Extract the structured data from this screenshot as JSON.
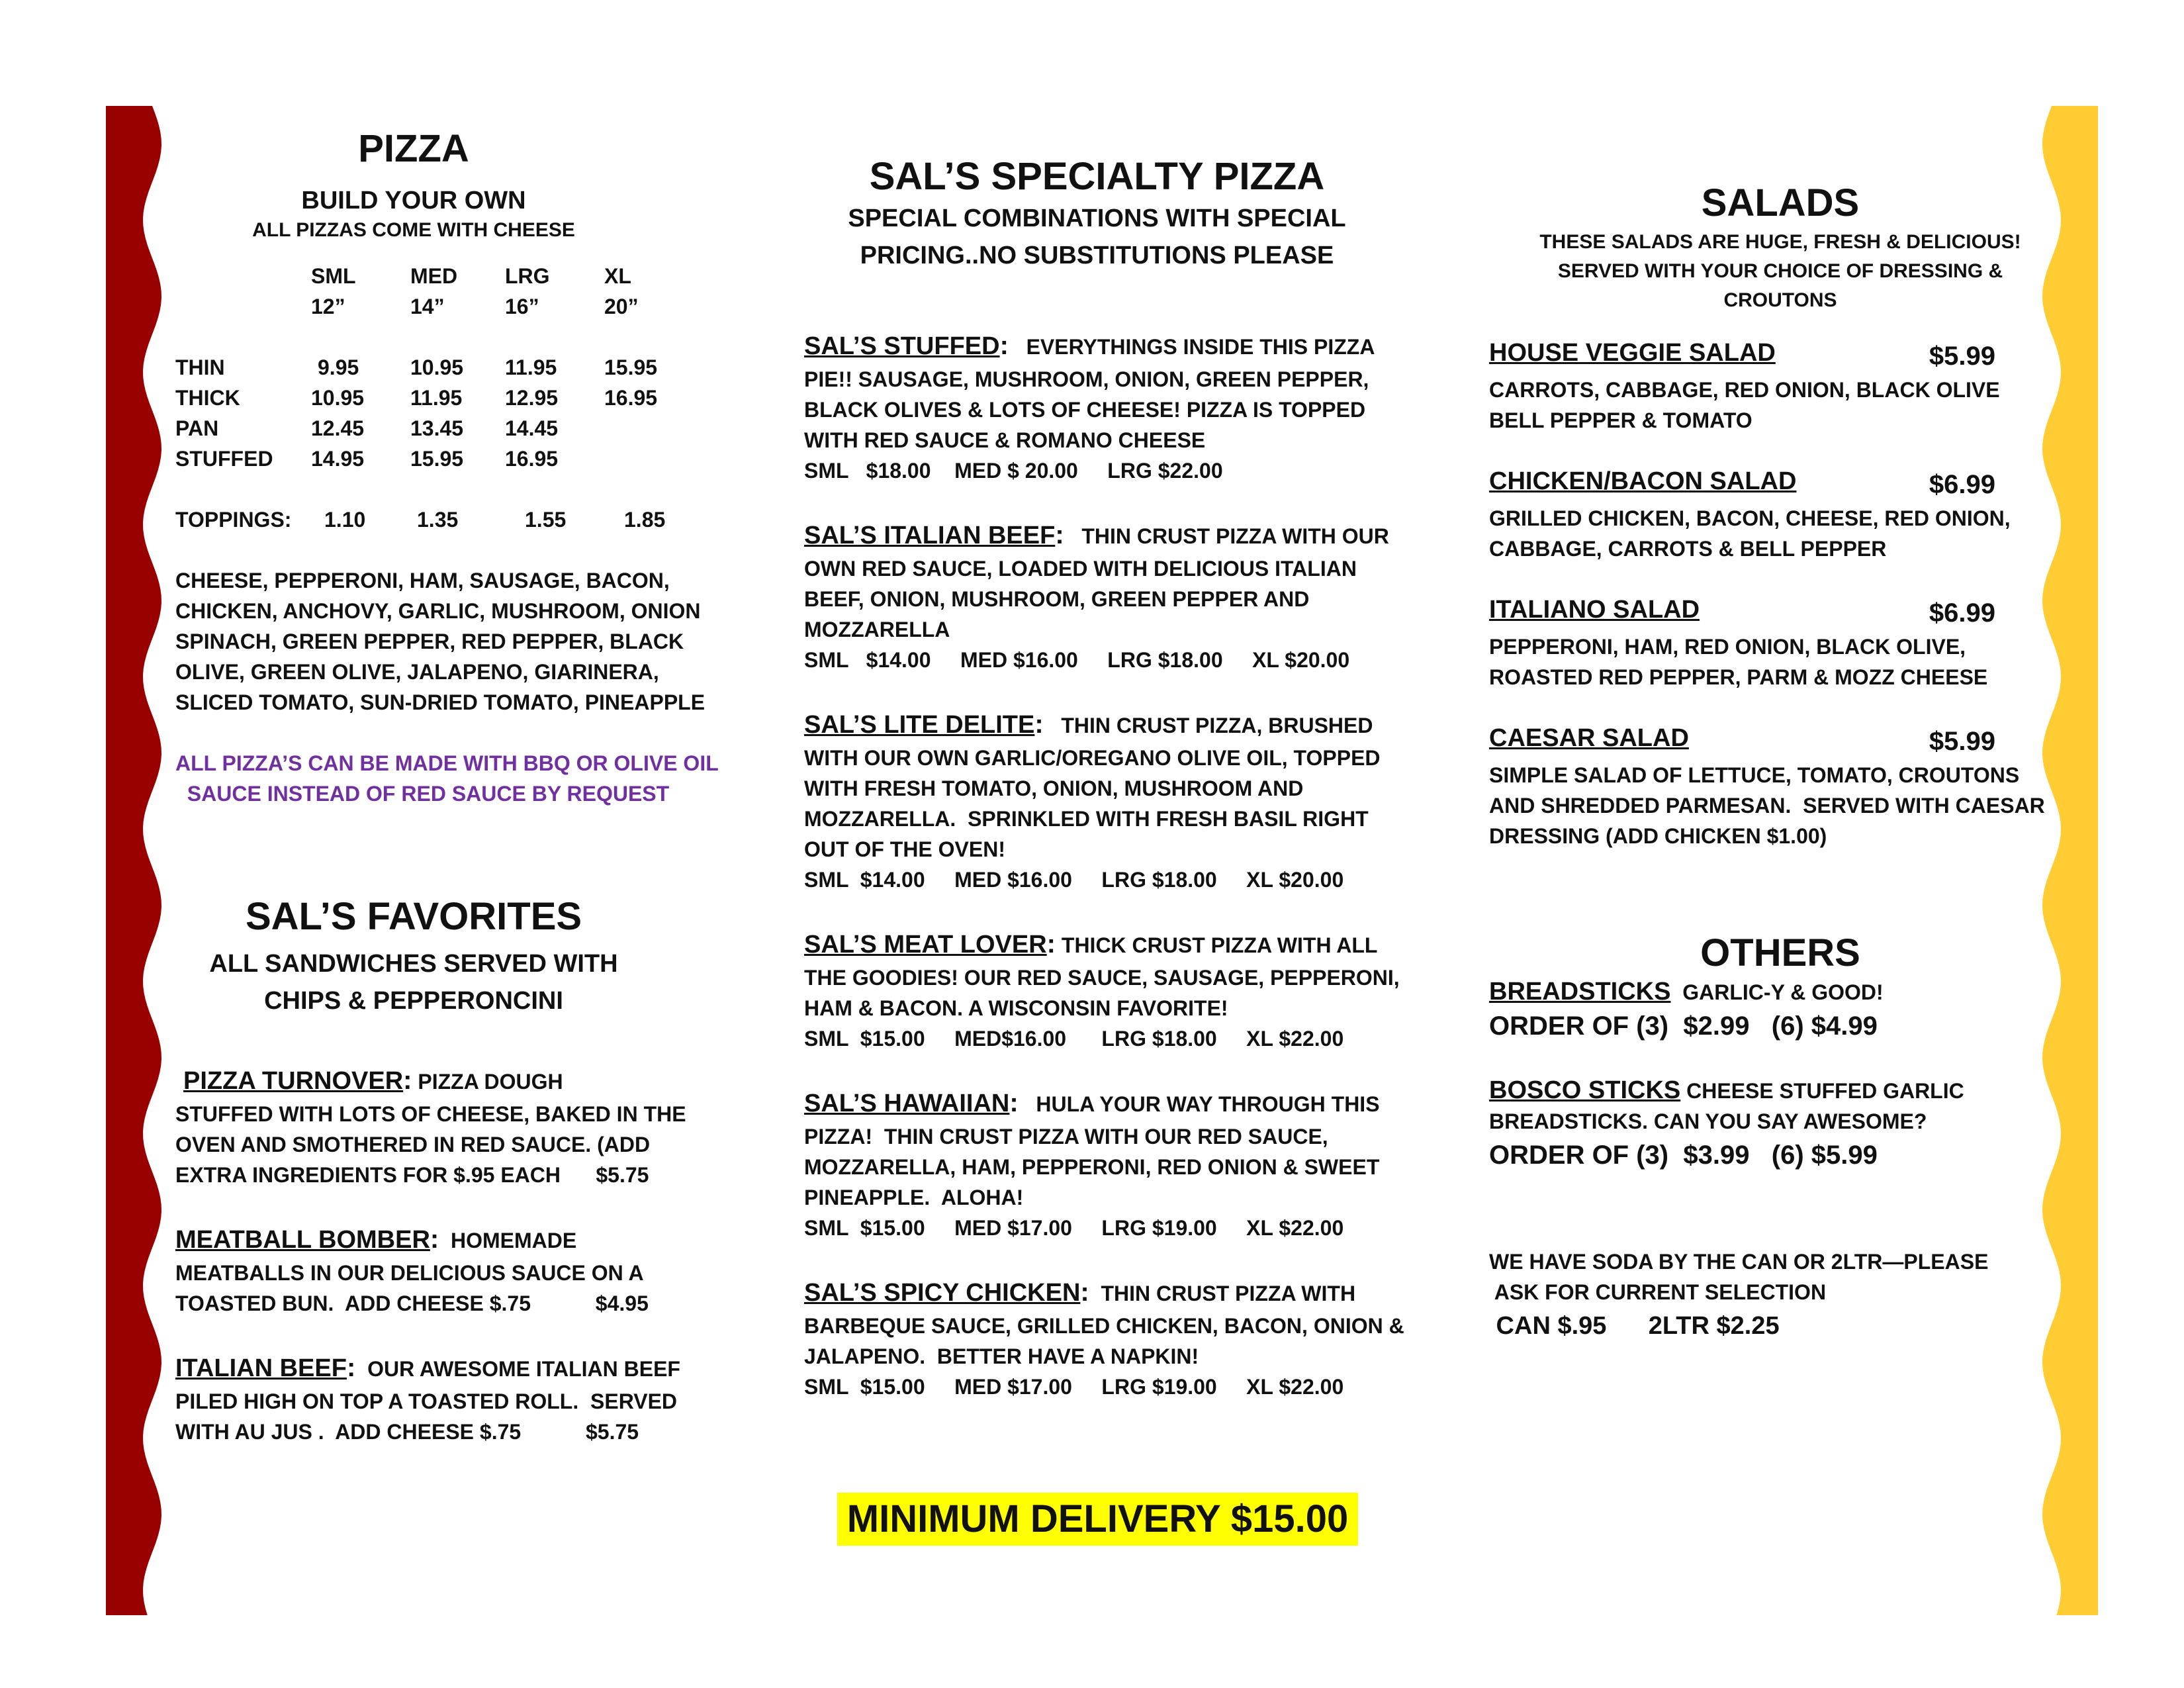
{
  "colors": {
    "left_wave": "#990000",
    "right_wave": "#ffcc33",
    "highlight": "#ffff00",
    "note_purple": "#7030a0"
  },
  "pizza": {
    "title": "PIZZA",
    "subtitle": "BUILD YOUR OWN",
    "note": "ALL PIZZAS COME WITH CHEESE",
    "sizes": [
      {
        "name": "SML",
        "inch": "12”"
      },
      {
        "name": "MED",
        "inch": "14”"
      },
      {
        "name": "LRG",
        "inch": "16”"
      },
      {
        "name": "XL",
        "inch": "20”"
      }
    ],
    "rows": [
      {
        "label": "THIN",
        "p": [
          "9.95",
          "10.95",
          "11.95",
          "15.95"
        ]
      },
      {
        "label": "THICK",
        "p": [
          "10.95",
          "11.95",
          "12.95",
          "16.95"
        ]
      },
      {
        "label": "PAN",
        "p": [
          "12.45",
          "13.45",
          "14.45",
          ""
        ]
      },
      {
        "label": "STUFFED",
        "p": [
          "14.95",
          "15.95",
          "16.95",
          ""
        ]
      }
    ],
    "toppings_label": "TOPPINGS:",
    "toppings_prices": [
      "1.10",
      "1.35",
      "1.55",
      "1.85"
    ],
    "toppings_list": [
      "CHEESE, PEPPERONI, HAM, SAUSAGE, BACON,",
      "CHICKEN, ANCHOVY, GARLIC, MUSHROOM, ONION",
      "SPINACH, GREEN PEPPER, RED PEPPER, BLACK",
      "OLIVE, GREEN OLIVE, JALAPENO, GIARINERA,",
      "SLICED TOMATO, SUN-DRIED TOMATO, PINEAPPLE"
    ],
    "sauce_note": [
      "ALL PIZZA’S CAN BE MADE WITH BBQ OR OLIVE OIL",
      "  SAUCE INSTEAD OF RED SAUCE BY REQUEST"
    ]
  },
  "favorites": {
    "title": "SAL’S FAVORITES",
    "subtitle": [
      "ALL SANDWICHES SERVED WITH",
      "CHIPS & PEPPERONCINI"
    ],
    "items": [
      {
        "name": "PIZZA TURNOVER",
        "colon": ":",
        "lines": [
          " PIZZA DOUGH",
          "STUFFED WITH LOTS OF CHEESE, BAKED IN THE",
          "OVEN AND SMOTHERED IN RED SAUCE. (ADD",
          "EXTRA INGREDIENTS FOR $.95 EACH      $5.75"
        ]
      },
      {
        "name": "MEATBALL BOMBER",
        "colon": ":",
        "lines": "  HOMEMADE|MEATBALLS IN OUR DELICIOUS SAUCE ON A|TOASTED BUN.  ADD CHEESE $.75           $4.95"
      },
      {
        "name": "ITALIAN BEEF",
        "colon": ":",
        "lines": "  OUR AWESOME ITALIAN BEEF|PILED HIGH ON TOP A TOASTED ROLL.  SERVED|WITH AU JUS .  ADD CHEESE $.75           $5.75"
      }
    ]
  },
  "specialty": {
    "title": "SAL’S SPECIALTY PIZZA",
    "subtitle": [
      "SPECIAL COMBINATIONS WITH SPECIAL",
      "PRICING..NO SUBSTITUTIONS PLEASE"
    ],
    "items": [
      {
        "name": "SAL’S STUFFED",
        "colon": ":",
        "first": "   EVERYTHINGS INSIDE THIS PIZZA",
        "rest": [
          "PIE!! SAUSAGE, MUSHROOM, ONION, GREEN PEPPER,",
          "BLACK OLIVES & LOTS OF CHEESE! PIZZA IS TOPPED",
          "WITH RED SAUCE & ROMANO CHEESE",
          "SML   $18.00    MED $ 20.00     LRG $22.00"
        ]
      },
      {
        "name": "SAL’S ITALIAN BEEF",
        "colon": ":",
        "first": "   THIN CRUST PIZZA WITH OUR",
        "rest": [
          "OWN RED SAUCE, LOADED WITH DELICIOUS ITALIAN",
          "BEEF, ONION, MUSHROOM, GREEN PEPPER AND",
          "MOZZARELLA",
          "SML   $14.00     MED $16.00     LRG $18.00     XL $20.00"
        ]
      },
      {
        "name": "SAL’S LITE DELITE",
        "colon": ":",
        "first": "   THIN CRUST PIZZA, BRUSHED",
        "rest": [
          "WITH OUR OWN GARLIC/OREGANO OLIVE OIL, TOPPED",
          "WITH FRESH TOMATO, ONION, MUSHROOM AND",
          "MOZZARELLA.  SPRINKLED WITH FRESH BASIL RIGHT",
          "OUT OF THE OVEN!",
          "SML  $14.00     MED $16.00     LRG $18.00     XL $20.00"
        ]
      },
      {
        "name": "SAL’S MEAT LOVER",
        "colon": ":",
        "first": " THICK CRUST PIZZA WITH ALL",
        "rest": [
          "THE GOODIES! OUR RED SAUCE, SAUSAGE, PEPPERONI,",
          "HAM & BACON. A WISCONSIN FAVORITE!",
          "SML  $15.00     MED$16.00      LRG $18.00     XL $22.00"
        ]
      },
      {
        "name": "SAL’S HAWAIIAN",
        "colon": ":",
        "first": "   HULA YOUR WAY THROUGH THIS",
        "rest": [
          "PIZZA!  THIN CRUST PIZZA WITH OUR RED SAUCE,",
          "MOZZARELLA, HAM, PEPPERONI, RED ONION & SWEET",
          "PINEAPPLE.  ALOHA!",
          "SML  $15.00     MED $17.00     LRG $19.00     XL $22.00"
        ]
      },
      {
        "name": "SAL’S SPICY CHICKEN",
        "colon": ":",
        "first": "  THIN CRUST PIZZA WITH",
        "rest": [
          "BARBEQUE SAUCE, GRILLED CHICKEN, BACON, ONION &",
          "JALAPENO.  BETTER HAVE A NAPKIN!",
          "SML  $15.00     MED $17.00     LRG $19.00     XL $22.00"
        ]
      }
    ],
    "minimum": "MINIMUM DELIVERY $15.00"
  },
  "salads": {
    "title": "SALADS",
    "subtitle": [
      "THESE SALADS ARE HUGE, FRESH & DELICIOUS!",
      "SERVED WITH YOUR CHOICE OF DRESSING &",
      "CROUTONS"
    ],
    "items": [
      {
        "name": "HOUSE VEGGIE SALAD",
        "price": "$5.99",
        "lines": [
          "CARROTS, CABBAGE, RED ONION, BLACK OLIVE",
          "BELL PEPPER & TOMATO"
        ]
      },
      {
        "name": "CHICKEN/BACON SALAD",
        "price": "$6.99",
        "lines": [
          "GRILLED CHICKEN, BACON, CHEESE, RED ONION,",
          "CABBAGE, CARROTS & BELL PEPPER"
        ]
      },
      {
        "name": "ITALIANO SALAD",
        "price": "$6.99",
        "lines": [
          "PEPPERONI, HAM, RED ONION, BLACK OLIVE,",
          "ROASTED RED PEPPER, PARM & MOZZ CHEESE"
        ]
      },
      {
        "name": "CAESAR SALAD",
        "price": "$5.99",
        "lines": [
          "SIMPLE SALAD OF LETTUCE, TOMATO, CROUTONS",
          "AND SHREDDED PARMESAN.  SERVED WITH CAESAR",
          "DRESSING (ADD CHICKEN $1.00)"
        ]
      }
    ]
  },
  "others": {
    "title": "OTHERS",
    "items": [
      {
        "name": "BREADSTICKS",
        "desc": "  GARLIC-Y & GOOD!",
        "more": [],
        "order": "ORDER OF (3)  $2.99   (6) $4.99"
      },
      {
        "name": "BOSCO STICKS",
        "desc": " CHEESE STUFFED GARLIC",
        "more": [
          "BREADSTICKS. CAN YOU SAY AWESOME?"
        ],
        "order": "ORDER OF (3)  $3.99   (6) $5.99"
      }
    ],
    "soda": [
      "WE HAVE SODA BY THE CAN OR 2LTR—PLEASE",
      " ASK FOR CURRENT SELECTION"
    ],
    "soda_prices": " CAN $.95      2LTR $2.25"
  }
}
